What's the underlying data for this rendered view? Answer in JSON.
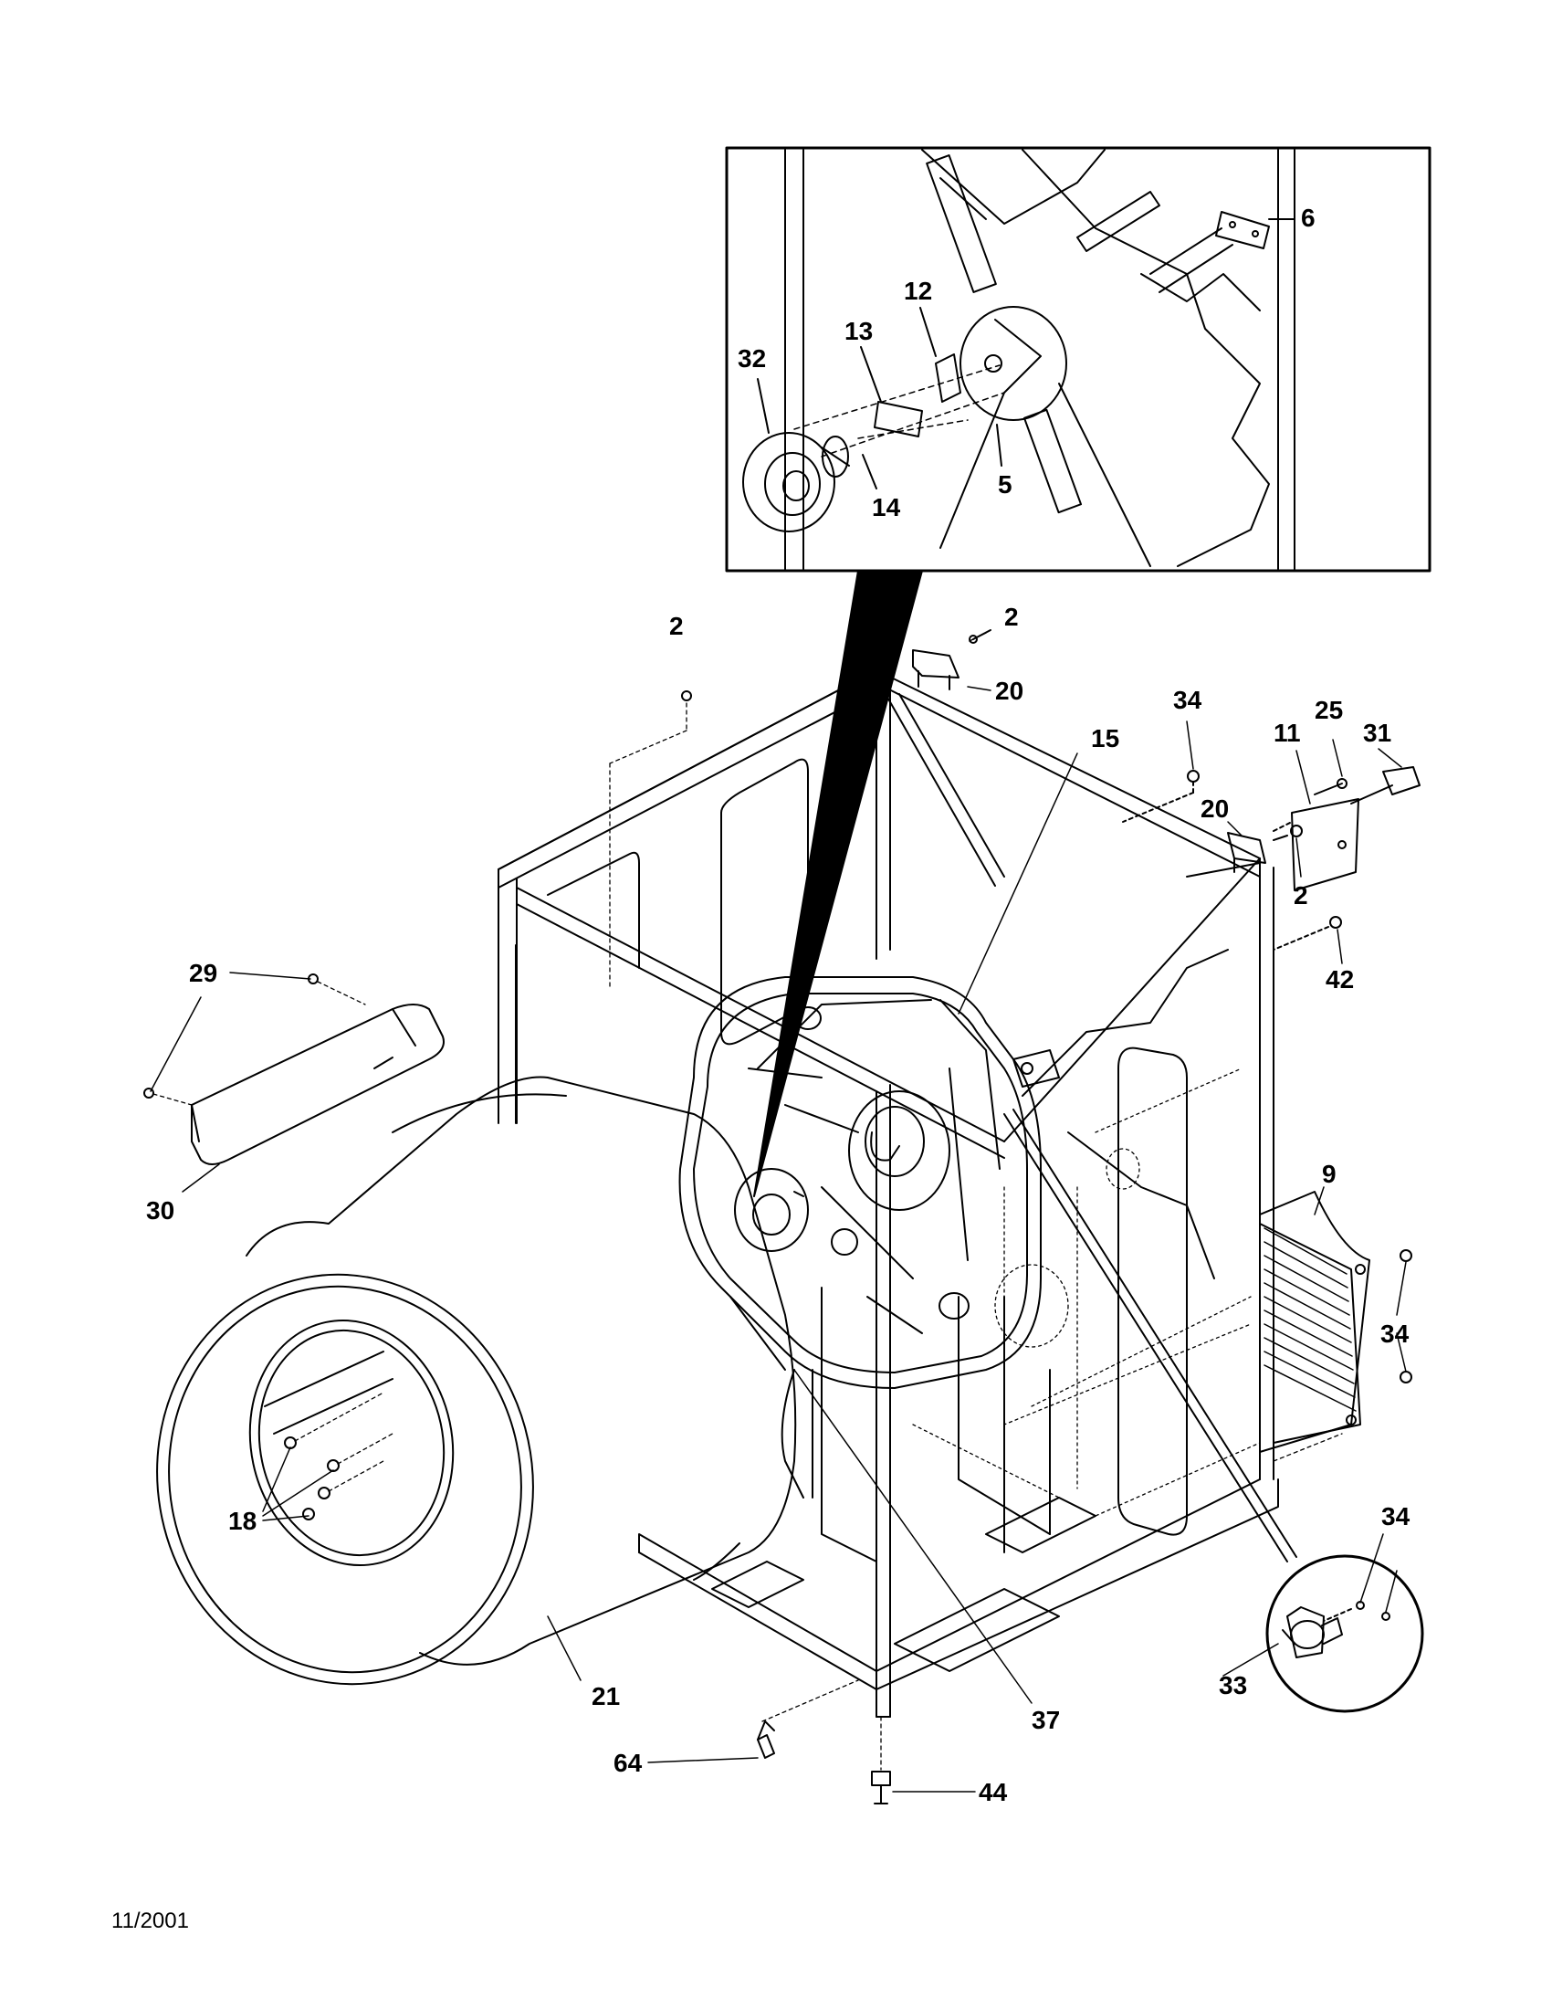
{
  "colors": {
    "line": "#000000",
    "background": "#ffffff"
  },
  "footer": {
    "date": "11/2001"
  },
  "callouts": {
    "p2a": "2",
    "p2b": "2",
    "p2c": "2",
    "p5": "5",
    "p6": "6",
    "p9": "9",
    "p11": "11",
    "p12": "12",
    "p13": "13",
    "p14": "14",
    "p15": "15",
    "p18": "18",
    "p20a": "20",
    "p20b": "20",
    "p21": "21",
    "p25": "25",
    "p29": "29",
    "p30": "30",
    "p31": "31",
    "p32": "32",
    "p33": "33",
    "p34a": "34",
    "p34b": "34",
    "p34c": "34",
    "p37": "37",
    "p42": "42",
    "p44": "44",
    "p64": "64"
  }
}
